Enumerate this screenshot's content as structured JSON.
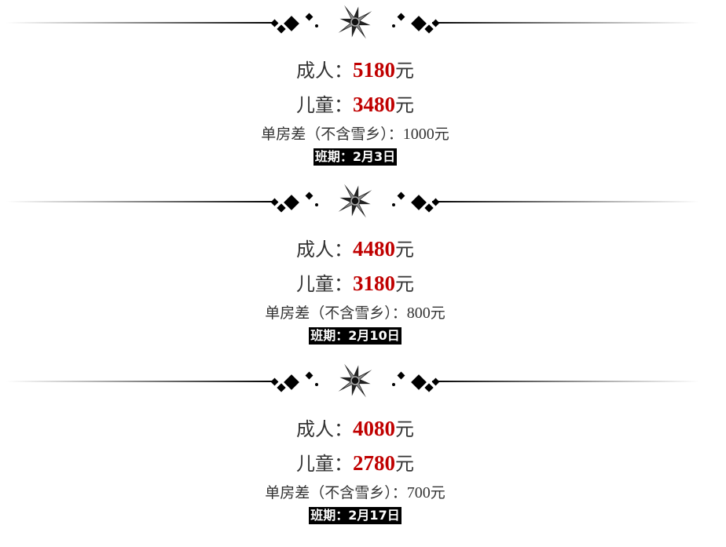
{
  "labels": {
    "adult": "成人：",
    "child": "儿童：",
    "single": "单房差（不含雪乡）：",
    "unit": "元",
    "date_prefix": "班期："
  },
  "groups": [
    {
      "adult_price": "5180",
      "child_price": "3480",
      "single_supplement": "1000",
      "date": "2月3日"
    },
    {
      "adult_price": "4480",
      "child_price": "3180",
      "single_supplement": "800",
      "date": "2月10日"
    },
    {
      "adult_price": "4080",
      "child_price": "2780",
      "single_supplement": "700",
      "date": "2月17日"
    }
  ],
  "colors": {
    "price": "#c00000",
    "badge_bg": "#000000"
  }
}
